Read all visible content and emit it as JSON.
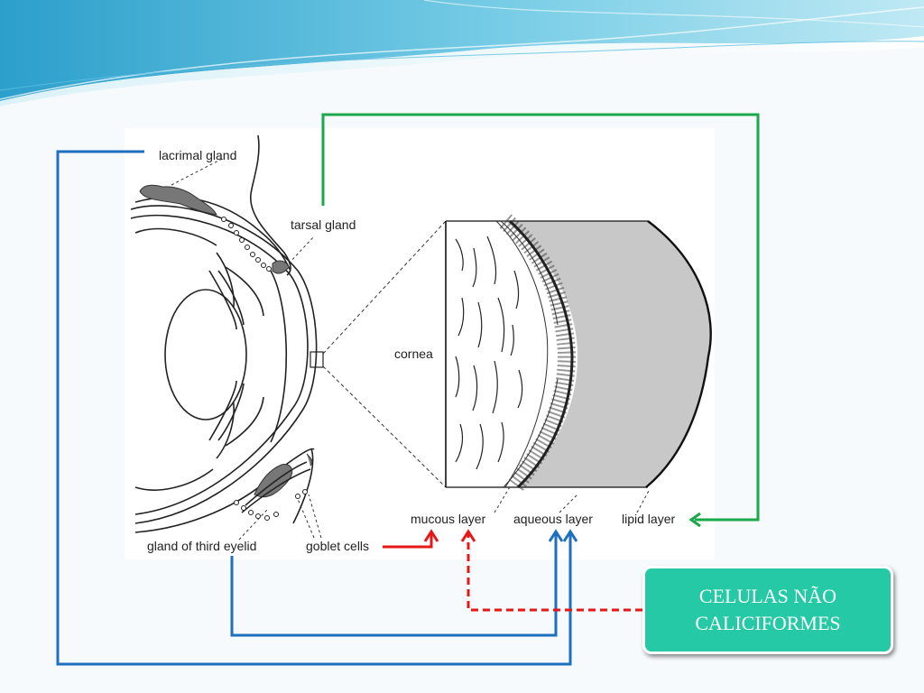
{
  "labels": {
    "lacrimal_gland": "lacrimal gland",
    "tarsal_gland": "tarsal gland",
    "cornea": "cornea",
    "mucous_layer": "mucous layer",
    "aqueous_layer": "aqueous layer",
    "lipid_layer": "lipid layer",
    "gland_third_eyelid": "gland of third eyelid",
    "goblet_cells": "goblet cells"
  },
  "callout": {
    "text": "CELULAS NÃO\nCALICIFORMES"
  },
  "colors": {
    "blue_connector": "#1d6fc0",
    "green_connector": "#1aa84b",
    "red_connector": "#e81717",
    "callout_fill": "#26c9a5",
    "header_wave_dark": "#3aa7cf",
    "header_wave_light": "#9fdcee"
  }
}
